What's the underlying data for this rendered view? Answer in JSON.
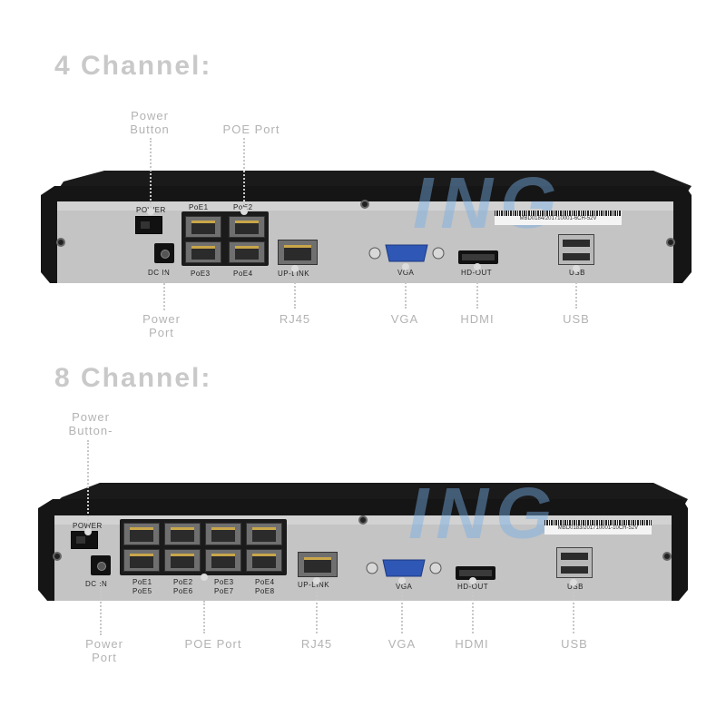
{
  "top": {
    "title": "4 Channel:",
    "callouts": {
      "power_button": [
        "Power",
        "Button"
      ],
      "poe_port": "POE Port",
      "power_port": [
        "Power",
        "Port"
      ],
      "rj45": "RJ45",
      "vga": "VGA",
      "hdmi": "HDMI",
      "usb": "USB"
    },
    "panel": {
      "power": "POWER",
      "dc_in": "DC IN",
      "poe_labels": [
        "PoE1",
        "PoE2",
        "PoE3",
        "PoE4"
      ],
      "uplink": "UP-LINK",
      "vga": "VGA",
      "hdmi": "HD-OUT",
      "usb": "USB",
      "serial": "MBD0184/201710001-6CH-52V"
    }
  },
  "bottom": {
    "title": "8 Channel:",
    "callouts": {
      "power_button": [
        "Power",
        "Button-"
      ],
      "poe_port": "POE Port",
      "power_port": [
        "Power",
        "Port"
      ],
      "rj45": "RJ45",
      "vga": "VGA",
      "hdmi": "HDMI",
      "usb": "USB"
    },
    "panel": {
      "power": "POWER",
      "dc_in": "DC IN",
      "poe_top": [
        "PoE1",
        "PoE2",
        "PoE3",
        "PoE4"
      ],
      "poe_bottom": [
        "PoE5",
        "PoE6",
        "PoE7",
        "PoE8"
      ],
      "uplink": "UP-LINK",
      "vga": "VGA",
      "hdmi": "HD-OUT",
      "usb": "USB",
      "serial": "MBD0183/201710001-10CH-52V"
    }
  },
  "watermark": "ING",
  "colors": {
    "chassis_top": "#161616",
    "panel": "#c4c4c4",
    "callout_text": "#b3b3b3",
    "title_text": "#c9c9c9",
    "watermark": "#78afe6"
  }
}
